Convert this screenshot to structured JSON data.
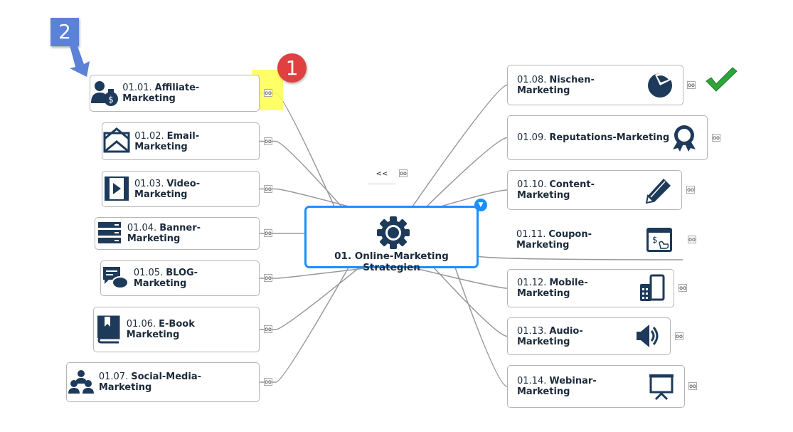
{
  "center": {
    "number": "01.",
    "label": "Online-Marketing Strategien",
    "icon": "gear-icon"
  },
  "back_label": "<<",
  "link_icon_glyph": "oo",
  "annotations": {
    "badge1": "1",
    "badge2": "2"
  },
  "colors": {
    "accent": "#1a8fff",
    "icon": "#1e3a5a",
    "highlight": "#ffff4d",
    "badge_red": "#e04040",
    "badge_blue": "#5b82d6",
    "check": "#2ea43a"
  },
  "nodes": [
    {
      "number": "01.01.",
      "label": "Affiliate-Marketing",
      "icon": "user-money-icon"
    },
    {
      "number": "01.02.",
      "label": "Email-Marketing",
      "icon": "envelope-icon"
    },
    {
      "number": "01.03.",
      "label": "Video-Marketing",
      "icon": "video-icon"
    },
    {
      "number": "01.04.",
      "label": "Banner-Marketing",
      "icon": "server-icon"
    },
    {
      "number": "01.05.",
      "label": "BLOG-Marketing",
      "icon": "comments-icon"
    },
    {
      "number": "01.06.",
      "label": "E-Book Marketing",
      "icon": "book-icon"
    },
    {
      "number": "01.07.",
      "label": "Social-Media-Marketing",
      "icon": "users-icon"
    },
    {
      "number": "01.08.",
      "label": "Nischen-Marketing",
      "icon": "pie-chart-icon"
    },
    {
      "number": "01.09.",
      "label": "Reputations-Marketing",
      "icon": "award-icon"
    },
    {
      "number": "01.10.",
      "label": "Content-Marketing",
      "icon": "pencil-icon"
    },
    {
      "number": "01.11.",
      "label": "Coupon-Marketing",
      "icon": "coupon-click-icon"
    },
    {
      "number": "01.12.",
      "label": "Mobile-Marketing",
      "icon": "mobile-devices-icon"
    },
    {
      "number": "01.13.",
      "label": "Audio-Marketing",
      "icon": "speaker-icon"
    },
    {
      "number": "01.14.",
      "label": "Webinar-Marketing",
      "icon": "presentation-icon"
    }
  ]
}
